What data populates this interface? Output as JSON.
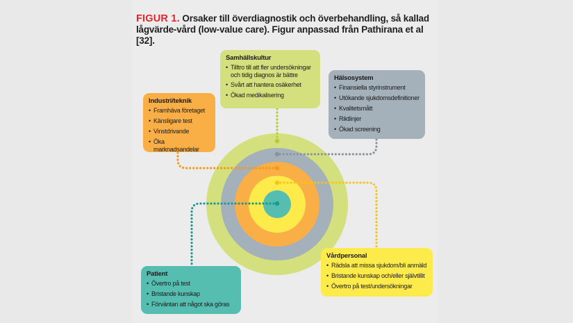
{
  "caption": {
    "figure_label": "FIGUR 1.",
    "text": " Orsaker till överdiagnostik och överbehandling, så kallad lågvärde-vård (low-value care). Figur anpassad från Pathirana et al [32]."
  },
  "colors": {
    "outer_ring": "#d4e07d",
    "gray_ring": "#a4b0ba",
    "orange_ring": "#f9af45",
    "yellow_ring": "#fdeb4b",
    "center": "#56bdb1",
    "figure_label": "#e0262a"
  },
  "rings": [
    {
      "name": "samhallskultur",
      "color": "#d4e07d"
    },
    {
      "name": "halsosystem",
      "color": "#a4b0ba"
    },
    {
      "name": "industri",
      "color": "#f9af45"
    },
    {
      "name": "vardpersonal",
      "color": "#fdeb4b"
    },
    {
      "name": "patient",
      "color": "#56bdb1"
    }
  ],
  "boxes": {
    "industri": {
      "title": "Industri/teknik",
      "items": [
        "Framhäva företaget",
        "Känsligare test",
        "Vinstdrivande",
        "Öka marknadsandelar"
      ]
    },
    "samhall": {
      "title": "Samhällskultur",
      "items": [
        "Tilltro till att fler undersökningar och tidig diagnos är bättre",
        "Svårt att hantera osäkerhet",
        "Ökad medikalisering"
      ]
    },
    "halso": {
      "title": "Hälsosystem",
      "items": [
        "Finansiella styrinstrument",
        "Utökande sjukdomsdefinitioner",
        "Kvalitetsmått",
        "Riktlinjer",
        "Ökad screening"
      ]
    },
    "vard": {
      "title": "Vårdpersonal",
      "items": [
        "Rädsla att missa sjukdom/bli anmäld",
        "Bristande kunskap och/eller självtillit",
        "Övertro på test/undersökningar"
      ]
    },
    "patient": {
      "title": "Patient",
      "items": [
        "Övertro på test",
        "Bristande kunskap",
        "Förväntan att något ska göras"
      ]
    }
  }
}
